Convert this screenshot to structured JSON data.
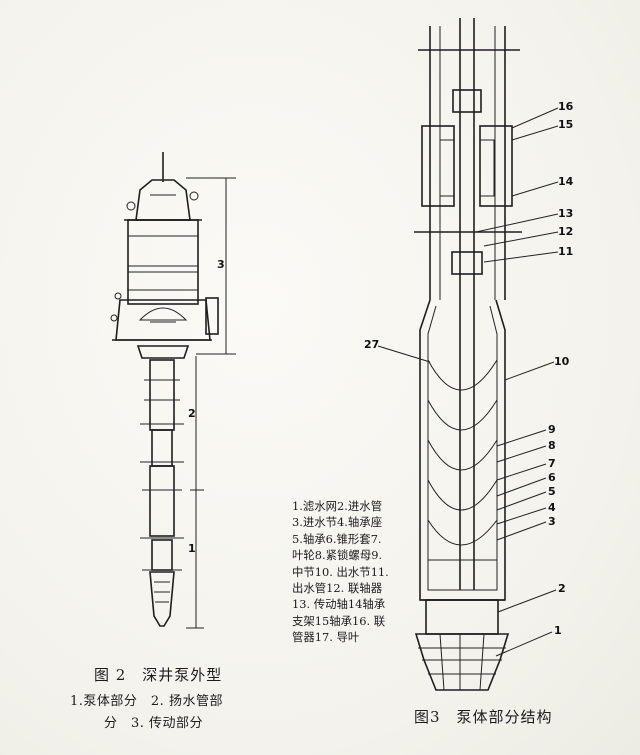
{
  "figure2": {
    "caption": "图 2　深井泵外型",
    "labels": [
      "1",
      "2",
      "3"
    ],
    "subcaption_line1": "1.泵体部分　2. 扬水管部",
    "subcaption_line2": "分　3. 传动部分"
  },
  "figure3": {
    "caption": "图3　泵体部分结构",
    "part_numbers": [
      "1",
      "2",
      "3",
      "4",
      "5",
      "6",
      "7",
      "8",
      "9",
      "10",
      "11",
      "12",
      "13",
      "14",
      "15",
      "16",
      "27"
    ],
    "legend_lines": [
      "1.滤水网2.进水管",
      "3.进水节4.轴承座",
      "5.轴承6.锥形套7.",
      "叶轮8.紧锁螺母9.",
      "中节10.  出水节11.",
      "出水管12.  联轴器",
      "13.  传动轴14轴承",
      "支架15轴承16.  联",
      "管器17.  导叶"
    ]
  }
}
